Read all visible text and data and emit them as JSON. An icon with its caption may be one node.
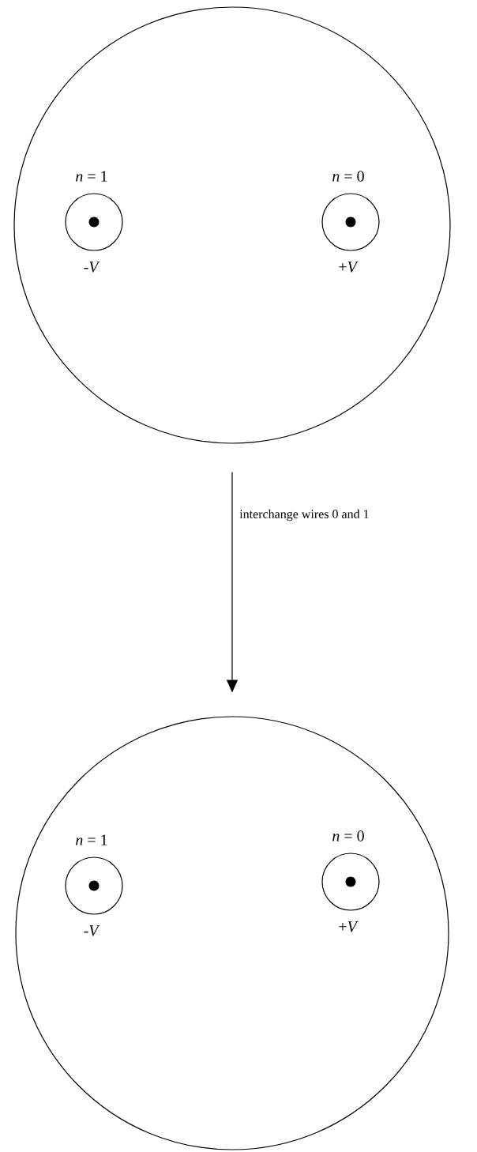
{
  "diagram": {
    "nodes": [
      {
        "text": [],
        "shape": "circle"
      },
      {
        "text": [],
        "shape": "circle",
        "in": 0,
        "beside": [
          "*n* = 1",
          "-*V*"
        ]
      },
      {
        "text": [],
        "shape": "circle",
        "in": 0,
        "beside": [
          "*n* = 0",
          "+*V*"
        ]
      },
      {
        "text": [],
        "shape": "circle"
      },
      {
        "text": [],
        "shape": "circle",
        "in": 3,
        "beside": [
          "*n* = 1",
          "-*V*"
        ]
      },
      {
        "text": [],
        "shape": "circle",
        "in": 3,
        "beside": [
          "*n* = 0",
          "+*V*"
        ]
      }
    ],
    "edges": [
      {
        "from": 0,
        "to": 3,
        "arrow": "to",
        "label": "interchange wires 0 and 1"
      }
    ]
  }
}
